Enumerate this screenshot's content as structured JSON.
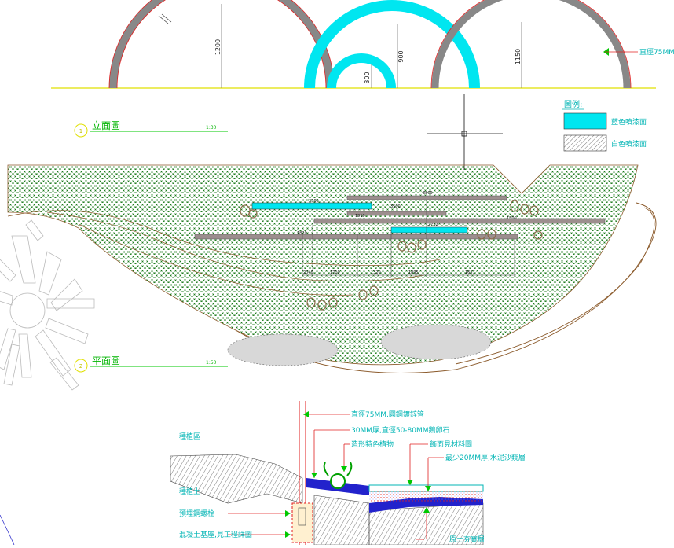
{
  "elevation": {
    "title": "立面圖",
    "number": "1",
    "scale": "1:30",
    "dimensions": {
      "large": "1200",
      "medium": "900",
      "small": "300",
      "right": "1150"
    },
    "pipe_callout": "直徑75MM"
  },
  "legend": {
    "title": "圖例:",
    "items": [
      {
        "label": "藍色噴漆面",
        "color": "#00e6f0"
      },
      {
        "label": "白色噴漆面",
        "color": "#9a9a9a"
      }
    ]
  },
  "plan": {
    "title": "平面圖",
    "number": "2",
    "scale": "1:50",
    "bar_labels": [
      "3800",
      "3500",
      "3560",
      "1910",
      "1820",
      "2712",
      "1500",
      "1820"
    ],
    "bottom_dims": [
      "2040",
      "1710",
      "1320",
      "1895",
      "1657"
    ]
  },
  "section": {
    "left_labels": [
      "種植區",
      "種植土",
      "預埋鋼螺栓",
      "混凝土基座,見工程詳圖"
    ],
    "right_labels": [
      "直徑75MM,圓鋼鍍鋅管",
      "30MM厚,直徑50-80MM鵝卵石",
      "造形特色植物",
      "飾面見材料圖",
      "最少20MM厚,水泥沙漿層",
      "原土夯實層"
    ]
  },
  "colors": {
    "cyan": "#00e6f0",
    "green_dim": "#00c800",
    "red": "#e02020",
    "grass": "#1a7a1a",
    "gray_bar": "#8c8080"
  }
}
